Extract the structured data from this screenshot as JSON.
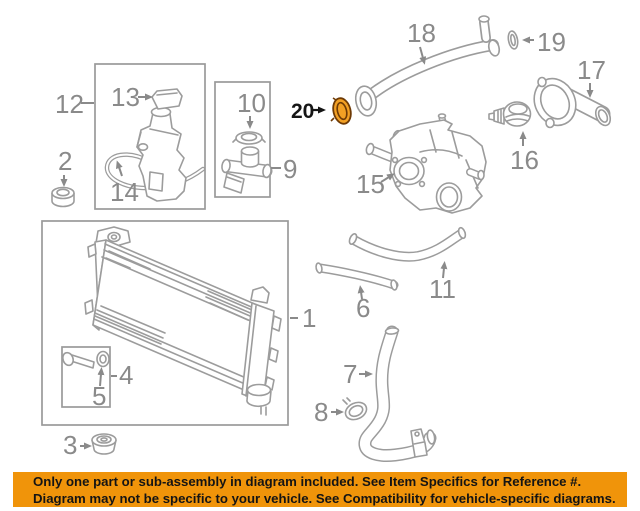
{
  "diagram": {
    "labels": {
      "p1": "1",
      "p2": "2",
      "p3": "3",
      "p4": "4",
      "p5": "5",
      "p6": "6",
      "p7": "7",
      "p8": "8",
      "p9": "9",
      "p10": "10",
      "p11": "11",
      "p12": "12",
      "p13": "13",
      "p14": "14",
      "p15": "15",
      "p16": "16",
      "p17": "17",
      "p18": "18",
      "p19": "19",
      "p20": "20"
    },
    "highlighted_part": "20",
    "colors": {
      "line": "#9C9C9C",
      "label": "#8A8A8A",
      "highlight_fill": "#F2A024",
      "highlight_outline": "#6E3A05",
      "highlight_label": "#151515"
    }
  },
  "banner": {
    "bg_color": "#F0940A",
    "line1": "Only one part or sub-assembly in diagram included. See Item Specifics for Reference #.",
    "line2": "Diagram may not be specific to your vehicle. See Compatibility for vehicle-specific diagrams."
  }
}
